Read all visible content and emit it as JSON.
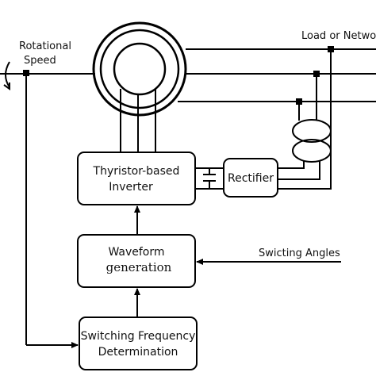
{
  "labels": {
    "rotational_speed_line1": "Rotational",
    "rotational_speed_line2": "Speed",
    "load_or_network": "Load or Network",
    "switching_angles": "Swicting Angles"
  },
  "blocks": {
    "inverter_line1": "Thyristor-based",
    "inverter_line2": "Inverter",
    "rectifier": "Rectifier",
    "waveform_line1": "Waveform",
    "waveform_line2": "generation",
    "switching_line1": "Switching Frequency",
    "switching_line2": "Determination"
  }
}
